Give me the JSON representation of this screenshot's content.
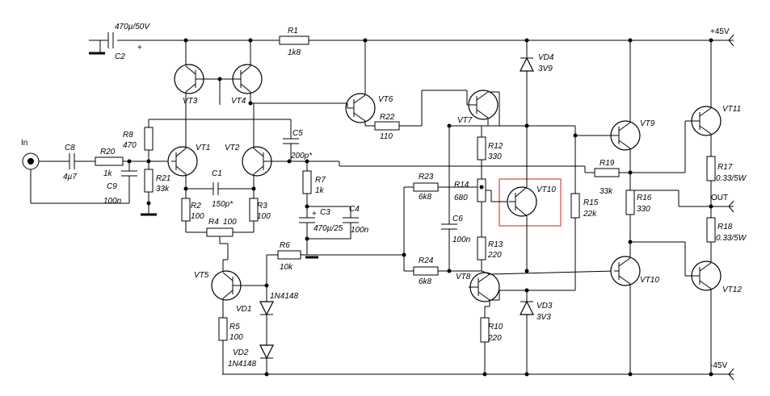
{
  "rails": {
    "pos": "+45V",
    "neg": "-45V",
    "out": "OUT",
    "in": "In"
  },
  "transistors": {
    "VT1": "VT1",
    "VT2": "VT2",
    "VT3": "VT3",
    "VT4": "VT4",
    "VT5": "VT5",
    "VT6": "VT6",
    "VT7": "VT7",
    "VT8": "VT8",
    "VT9": "VT9",
    "VT10a": "VT10",
    "VT10b": "VT10",
    "VT11": "VT11",
    "VT12": "VT12"
  },
  "resistors": {
    "R1": [
      "R1",
      "1k8"
    ],
    "R2": [
      "R2",
      "100"
    ],
    "R3": [
      "R3",
      "100"
    ],
    "R4": [
      "R4",
      "100"
    ],
    "R5": [
      "R5",
      "100"
    ],
    "R6": [
      "R6",
      "10k"
    ],
    "R7": [
      "R7",
      "1k"
    ],
    "R8": [
      "R8",
      "470"
    ],
    "R10": [
      "R10",
      "220"
    ],
    "R12": [
      "R12",
      "330"
    ],
    "R13": [
      "R13",
      "220"
    ],
    "R14": [
      "R14",
      "680"
    ],
    "R15": [
      "R15",
      "22k"
    ],
    "R16": [
      "R16",
      "330"
    ],
    "R17": [
      "R17",
      "0.33/5W"
    ],
    "R18": [
      "R18",
      "0.33/5W"
    ],
    "R19": [
      "R19",
      "33k"
    ],
    "R20": [
      "R20",
      "1k"
    ],
    "R21": [
      "R21",
      "33k"
    ],
    "R22": [
      "R22",
      "110"
    ],
    "R23": [
      "R23",
      "6k8"
    ],
    "R24": [
      "R24",
      "6k8"
    ]
  },
  "capacitors": {
    "C1": [
      "C1",
      "150p*"
    ],
    "C2": [
      "C2",
      "470µ/50V"
    ],
    "C3": [
      "C3",
      "470µ/25"
    ],
    "C4": [
      "C4",
      "100n"
    ],
    "C5": [
      "C5",
      "200p*"
    ],
    "C6": [
      "C6",
      "100n"
    ],
    "C8": [
      "C8",
      "4µ7"
    ],
    "C9": [
      "C9",
      "100n"
    ]
  },
  "diodes": {
    "VD1": [
      "VD1",
      "1N4148"
    ],
    "VD2": [
      "VD2",
      "1N4148"
    ],
    "VD3": [
      "VD3",
      "3V3"
    ],
    "VD4": [
      "VD4",
      "3V9"
    ]
  },
  "highlight": {
    "color": "#d9463a",
    "target": "VT10"
  }
}
